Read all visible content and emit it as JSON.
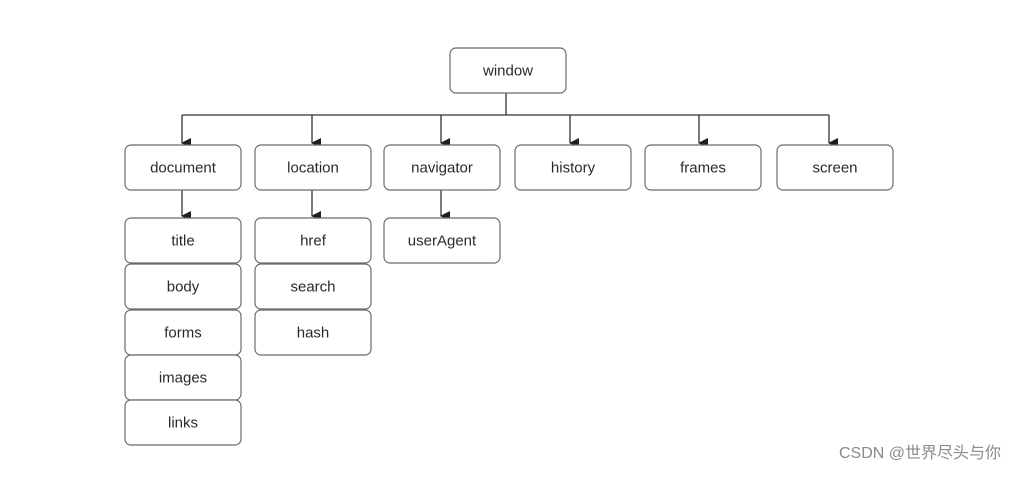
{
  "diagram": {
    "root": "window",
    "children": [
      "document",
      "location",
      "navigator",
      "history",
      "frames",
      "screen"
    ],
    "document_props": [
      "title",
      "body",
      "forms",
      "images",
      "links"
    ],
    "location_props": [
      "href",
      "search",
      "hash"
    ],
    "navigator_props": [
      "userAgent"
    ]
  },
  "watermark": "CSDN @世界尽头与你",
  "colors": {
    "box_border": "#6b6b6b",
    "line": "#333333",
    "text": "#2a2a2a",
    "watermark": "#8a8a8a"
  }
}
